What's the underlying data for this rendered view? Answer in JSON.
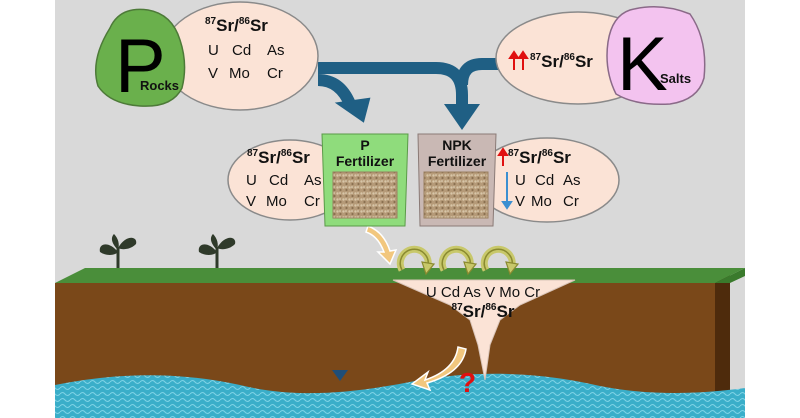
{
  "colors": {
    "background": "#d9d9d9",
    "rock_green": "#6ab04c",
    "salt_pink": "#f3c3ef",
    "bubble": "#fbe3d6",
    "arrow_teal": "#1f5f84",
    "fert_p_bag": "#8fdc7c",
    "fert_npk_bag": "#c9b8b4",
    "soil": "#6b3d16",
    "grass": "#4a8e3a",
    "water": "#3aaec9",
    "red_up": "#e01010",
    "blue_down": "#3b8fd1"
  },
  "p_rocks": {
    "letter": "P",
    "sub": "Rocks",
    "ratio": {
      "sup1": "87",
      "base1": "Sr/",
      "sup2": "86",
      "base2": "Sr"
    },
    "elements_row1": [
      "U",
      "Cd",
      "As"
    ],
    "elements_row2": [
      "V",
      "Mo",
      "Cr"
    ]
  },
  "k_salts": {
    "letter": "K",
    "sub": "Salts",
    "ratio_marker": "up-up-arrows",
    "ratio": {
      "sup1": "87",
      "base1": "Sr/",
      "sup2": "86",
      "base2": "Sr"
    }
  },
  "p_fertilizer": {
    "label_line1": "P",
    "label_line2": "Fertilizer",
    "ratio": {
      "sup1": "87",
      "base1": "Sr/",
      "sup2": "86",
      "base2": "Sr"
    },
    "elements_row1": [
      "U",
      "Cd",
      "As"
    ],
    "elements_row2": [
      "V",
      "Mo",
      "Cr"
    ]
  },
  "npk_fertilizer": {
    "label_line1": "NPK",
    "label_line2": "Fertilizer",
    "ratio_marker": "up-arrow",
    "elements_marker": "down-arrow",
    "ratio": {
      "sup1": "87",
      "base1": "Sr/",
      "sup2": "86",
      "base2": "Sr"
    },
    "elements_row1": [
      "U",
      "Cd",
      "As"
    ],
    "elements_row2": [
      "V",
      "Mo",
      "Cr"
    ]
  },
  "soil": {
    "elements_line": "U Cd As V Mo Cr",
    "ratio": {
      "sup1": "87",
      "base1": "Sr/",
      "sup2": "86",
      "base2": "Sr"
    }
  },
  "groundwater": {
    "question_mark": "?",
    "water_table_icon": "triangle-down-icon"
  }
}
